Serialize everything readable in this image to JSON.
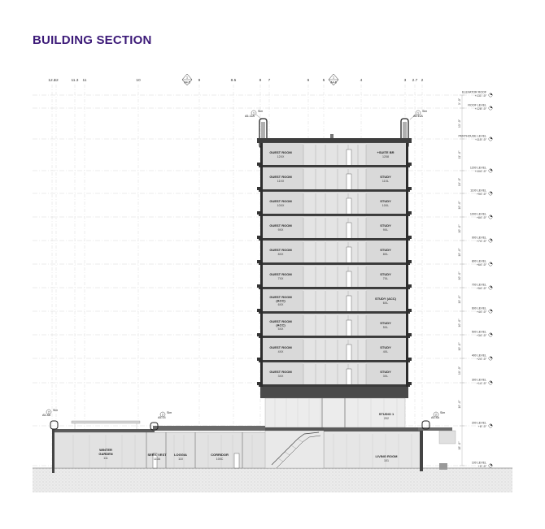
{
  "title": "BUILDING SECTION",
  "grid_labels": [
    {
      "id": "g1",
      "text": "12.2"
    },
    {
      "id": "g2",
      "text": "12"
    },
    {
      "id": "g3",
      "text": "11.3"
    },
    {
      "id": "g4",
      "text": "11"
    },
    {
      "id": "g5",
      "text": "10"
    },
    {
      "id": "g6",
      "text": "9"
    },
    {
      "id": "g7",
      "text": "8.5"
    },
    {
      "id": "g8",
      "text": "8"
    },
    {
      "id": "g9",
      "text": "7"
    },
    {
      "id": "g10",
      "text": "6"
    },
    {
      "id": "g11",
      "text": "5"
    },
    {
      "id": "g12",
      "text": "4"
    },
    {
      "id": "g13",
      "text": "3"
    },
    {
      "id": "g14",
      "text": "2.7"
    },
    {
      "id": "g15",
      "text": "2"
    }
  ],
  "section_markers": [
    {
      "id": "m1",
      "num": "1",
      "sheet": "A4-5"
    },
    {
      "id": "m2",
      "num": "1",
      "sheet": "A4-6"
    }
  ],
  "callouts": [
    {
      "id": "c1",
      "num": "1",
      "sim": "Sim",
      "ref": "A5-11A"
    },
    {
      "id": "c2",
      "num": "1",
      "sim": "Sim",
      "ref": "A5-11A"
    },
    {
      "id": "c3",
      "num": "2",
      "sim": "Sim",
      "ref": "A5-4A"
    },
    {
      "id": "c4",
      "num": "2",
      "sim": "Sim",
      "ref": "A5-14"
    },
    {
      "id": "c5",
      "num": "2",
      "sim": "Sim",
      "ref": "A5-4A"
    }
  ],
  "levels": [
    {
      "name": "ELEVATOR ROOF",
      "elev": "+131' -0\""
    },
    {
      "name": "ROOF LEVEL",
      "elev": "+128' -0\""
    },
    {
      "name": "PENTHOUSE LEVEL",
      "elev": "+115' -0\""
    },
    {
      "name": "1200 LEVEL",
      "elev": "+104' -0\""
    },
    {
      "name": "1100 LEVEL",
      "elev": "+94' -0\""
    },
    {
      "name": "1000 LEVEL",
      "elev": "+84' -0\""
    },
    {
      "name": "900 LEVEL",
      "elev": "+74' -0\""
    },
    {
      "name": "800 LEVEL",
      "elev": "+64' -0\""
    },
    {
      "name": "700 LEVEL",
      "elev": "+54' -0\""
    },
    {
      "name": "600 LEVEL",
      "elev": "+44' -0\""
    },
    {
      "name": "500 LEVEL",
      "elev": "+34' -0\""
    },
    {
      "name": "400 LEVEL",
      "elev": "+24' -0\""
    },
    {
      "name": "300 LEVEL",
      "elev": "+14' -0\""
    },
    {
      "name": "200 LEVEL",
      "elev": "+8' -0\""
    },
    {
      "name": "100 LEVEL",
      "elev": "+0' -0\""
    }
  ],
  "dims": [
    "3' -0\"",
    "13' -0\"",
    "11' -0\"",
    "10' -0\"",
    "10' -0\"",
    "10' -0\"",
    "10' -0\"",
    "10' -0\"",
    "10' -0\"",
    "10' -0\"",
    "10' -0\"",
    "10' -0\"",
    "10' -0\"",
    "18' -0\"",
    "16' -0\""
  ],
  "rooms_left": [
    {
      "name": "GUEST ROOM",
      "name2": "",
      "num": "12XX"
    },
    {
      "name": "GUEST ROOM",
      "name2": "",
      "num": "11XX"
    },
    {
      "name": "GUEST ROOM",
      "name2": "",
      "num": "10XX"
    },
    {
      "name": "GUEST ROOM",
      "name2": "",
      "num": "9XX"
    },
    {
      "name": "GUEST ROOM",
      "name2": "",
      "num": "8XX"
    },
    {
      "name": "GUEST ROOM",
      "name2": "",
      "num": "7XX"
    },
    {
      "name": "GUEST ROOM",
      "name2": "(ACC)",
      "num": "6XX"
    },
    {
      "name": "GUEST ROOM",
      "name2": "(ACC)",
      "num": "5XX"
    },
    {
      "name": "GUEST ROOM",
      "name2": "",
      "num": "4XX"
    },
    {
      "name": "GUEST ROOM",
      "name2": "",
      "num": "3XX"
    }
  ],
  "rooms_right": [
    {
      "name": "+SUITE BR",
      "num": "1208"
    },
    {
      "name": "STUDY",
      "num": "11XL"
    },
    {
      "name": "STUDY",
      "num": "10XL"
    },
    {
      "name": "STUDY",
      "num": "9XL"
    },
    {
      "name": "STUDY",
      "num": "8XL"
    },
    {
      "name": "STUDY",
      "num": "7XL"
    },
    {
      "name": "STUDY (ACC)",
      "num": "6XL"
    },
    {
      "name": "STUDY",
      "num": "5XL"
    },
    {
      "name": "STUDY",
      "num": "4XL"
    },
    {
      "name": "STUDY",
      "num": "3XL"
    }
  ],
  "podium_rooms": [
    {
      "id": "winter",
      "name": "WINTER",
      "name2": "GARDEN",
      "num": "111"
    },
    {
      "id": "serv",
      "name": "SERV. VEST",
      "name2": "",
      "num": "110A"
    },
    {
      "id": "loggia",
      "name": "LOGGIA",
      "name2": "",
      "num": "110"
    },
    {
      "id": "corridor",
      "name": "CORRIDOR",
      "name2": "",
      "num": "100C"
    },
    {
      "id": "studio",
      "name": "STUDIO 1",
      "name2": "",
      "num": "202"
    },
    {
      "id": "living",
      "name": "LIVING ROOM",
      "name2": "",
      "num": "101"
    }
  ]
}
